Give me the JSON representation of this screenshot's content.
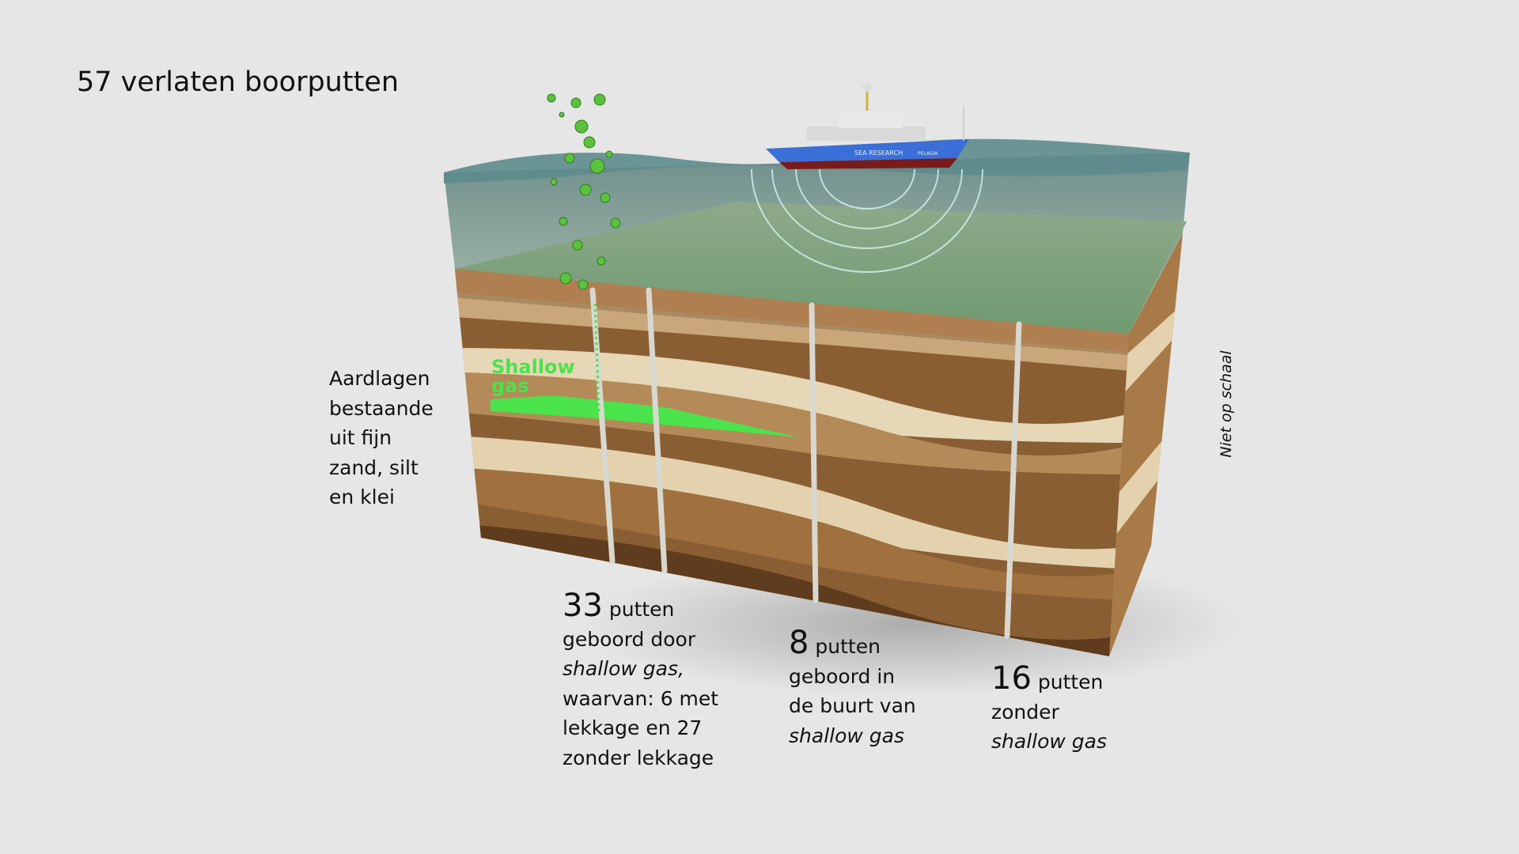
{
  "title": "57 verlaten boorputten",
  "layers_label": [
    "Aardlagen",
    "bestaande",
    "uit fijn",
    "zand, silt",
    "en klei"
  ],
  "shallow_gas_label": [
    "Shallow",
    "gas"
  ],
  "ship_name": "SEA RESEARCH",
  "ship_subname": "PELAGIA",
  "scale_note": "Niet op schaal",
  "captions": [
    {
      "count": "33",
      "unit": " putten",
      "lines": [
        "geboord door"
      ],
      "italic": "shallow gas,",
      "rest": [
        "waarvan: 6 met",
        "lekkage en 27",
        "zonder lekkage"
      ]
    },
    {
      "count": "8",
      "unit": " putten",
      "lines": [
        "geboord in",
        "de buurt van"
      ],
      "italic": "shallow gas",
      "rest": []
    },
    {
      "count": "16",
      "unit": " putten",
      "lines": [
        "zonder"
      ],
      "italic": "shallow gas",
      "rest": []
    }
  ],
  "colors": {
    "gas": "#4be34b",
    "ship_hull": "#3a6fd8",
    "water": "#6f9c8c"
  }
}
